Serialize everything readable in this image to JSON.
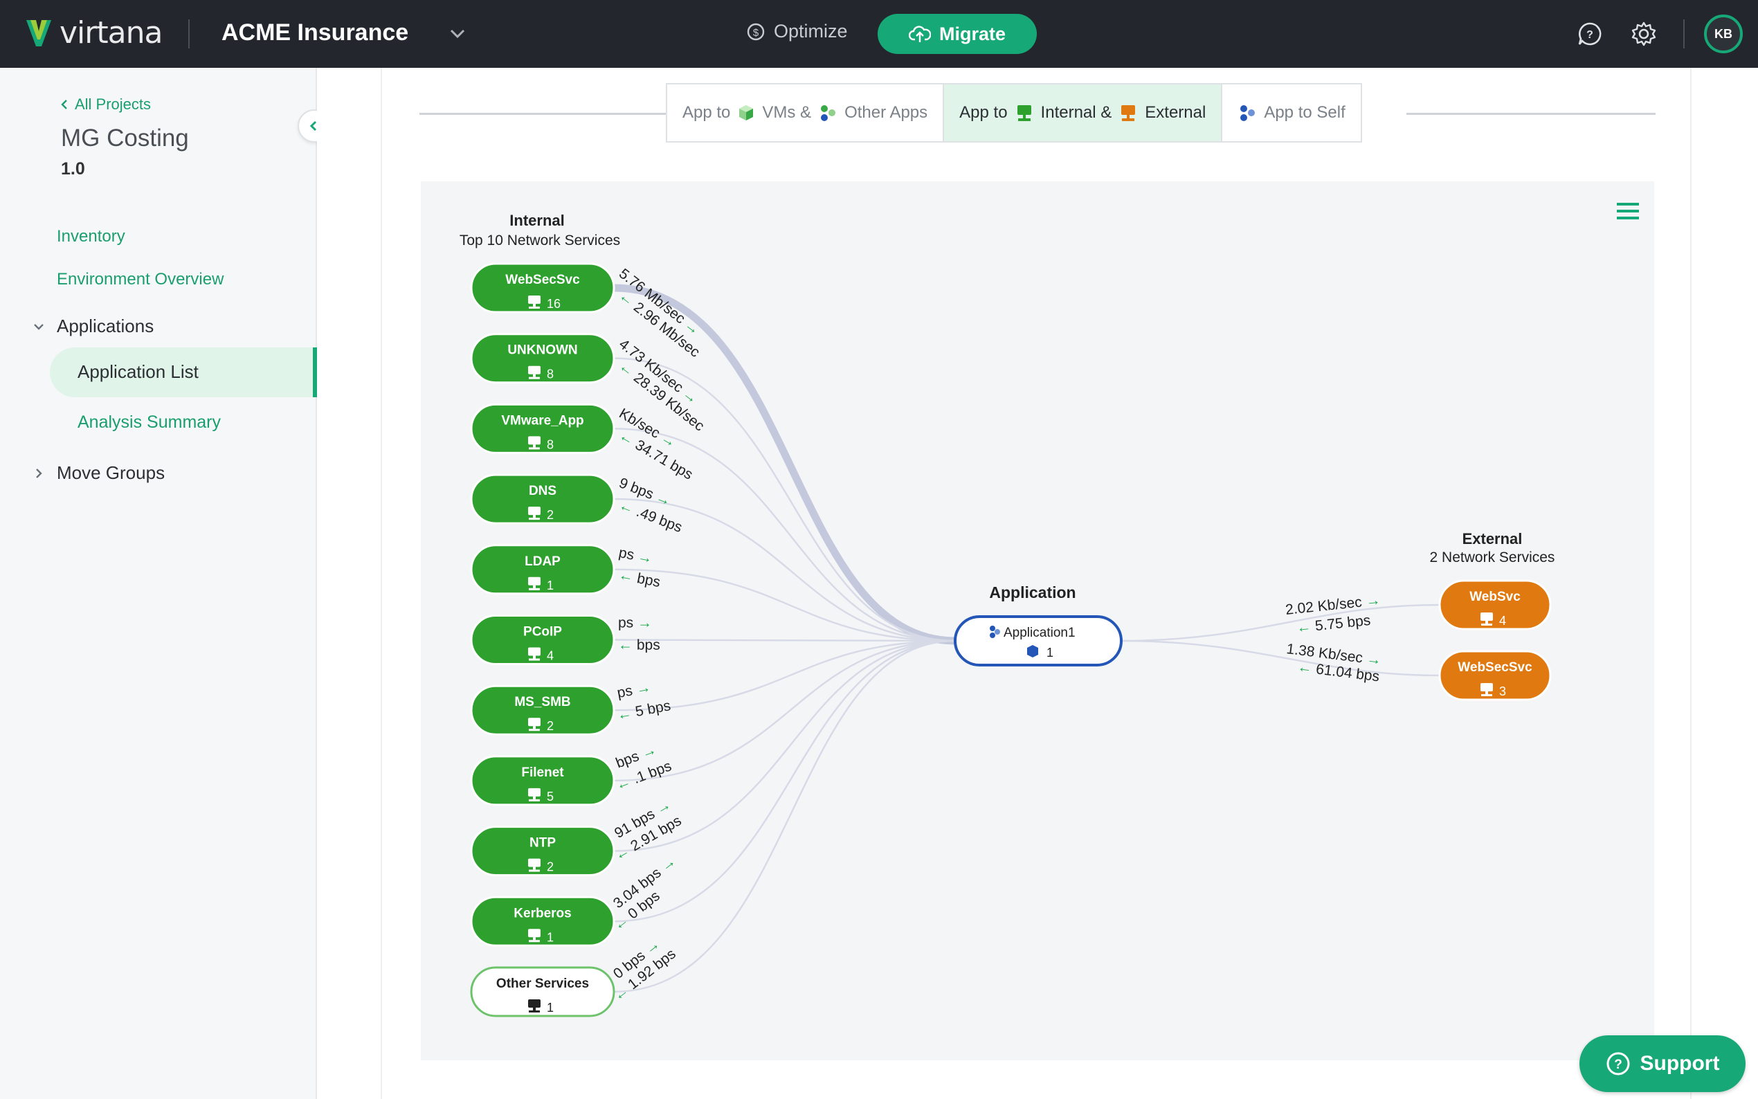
{
  "header": {
    "brand": "virtana",
    "org": "ACME Insurance",
    "nav_optimize": "Optimize",
    "nav_migrate": "Migrate",
    "avatar_initials": "KB",
    "icons": [
      "feedback-icon",
      "settings-icon"
    ]
  },
  "sidebar": {
    "back_link": "All Projects",
    "project_title": "MG Costing",
    "project_version": "1.0",
    "inventory": "Inventory",
    "environment_overview": "Environment Overview",
    "applications": "Applications",
    "application_list": "Application List",
    "analysis_summary": "Analysis Summary",
    "move_groups": "Move Groups"
  },
  "tabs": [
    {
      "prefix": "App to",
      "mid": "VMs &",
      "suffix": "Other Apps",
      "active": false
    },
    {
      "prefix": "App to",
      "mid": "Internal &",
      "suffix": "External",
      "active": true
    },
    {
      "prefix": "",
      "mid": "",
      "suffix": "App to Self",
      "active": false
    }
  ],
  "graph": {
    "internal_title": "Internal",
    "internal_subtitle": "Top 10 Network Services",
    "application_title": "Application",
    "external_title": "External",
    "external_subtitle": "2 Network Services",
    "center": {
      "name": "Application1",
      "count": "1"
    },
    "internal": [
      {
        "name": "WebSecSvc",
        "count": "16",
        "out": "5.76 Mb/sec",
        "in": "2.96 Mb/sec",
        "weight": 10
      },
      {
        "name": "UNKNOWN",
        "count": "8",
        "out": "4.73 Kb/sec",
        "in": "28.39 Kb/sec",
        "weight": 1.6
      },
      {
        "name": "VMware_App",
        "count": "8",
        "out": "Kb/sec",
        "in": "34.71 bps",
        "weight": 1.4
      },
      {
        "name": "DNS",
        "count": "2",
        "out": "9 bps",
        "in": ".49 bps",
        "weight": 1.2
      },
      {
        "name": "LDAP",
        "count": "1",
        "out": "ps",
        "in": "bps",
        "weight": 1.2
      },
      {
        "name": "PCoIP",
        "count": "4",
        "out": "ps",
        "in": "bps",
        "weight": 1.2
      },
      {
        "name": "MS_SMB",
        "count": "2",
        "out": "ps",
        "in": "5 bps",
        "weight": 1.2
      },
      {
        "name": "Filenet",
        "count": "5",
        "out": "bps",
        "in": ".1 bps",
        "weight": 1.2
      },
      {
        "name": "NTP",
        "count": "2",
        "out": "91 bps",
        "in": "2.91 bps",
        "weight": 1.2
      },
      {
        "name": "Kerberos",
        "count": "1",
        "out": "3.04 bps",
        "in": "0 bps",
        "weight": 1.2
      },
      {
        "name": "Other Services",
        "count": "1",
        "out": "0 bps",
        "in": "1.92 bps",
        "weight": 1.2,
        "outline": true
      }
    ],
    "external": [
      {
        "name": "WebSvc",
        "count": "4",
        "out": "2.02 Kb/sec",
        "in": "5.75 bps"
      },
      {
        "name": "WebSecSvc",
        "count": "3",
        "out": "1.38 Kb/sec",
        "in": "61.04 bps"
      }
    ],
    "colors": {
      "internal": "#2ea02e",
      "external": "#e07a10",
      "center_border": "#2456b8",
      "link": "#d6d9e6",
      "heavy_link": "#c4c8dc",
      "arrow": "#1aa84a"
    }
  },
  "support_label": "Support"
}
